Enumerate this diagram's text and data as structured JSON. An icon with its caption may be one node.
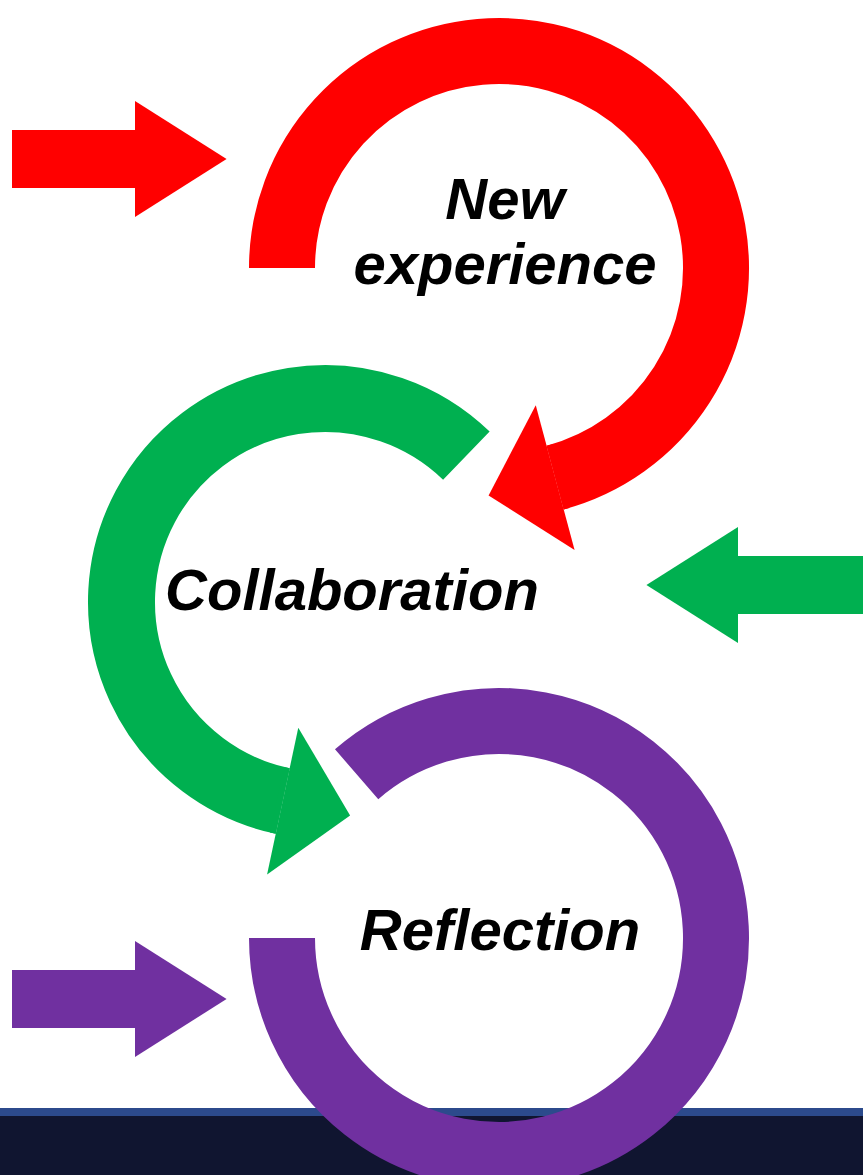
{
  "diagram": {
    "nodes": [
      {
        "text": [
          "New experience"
        ]
      },
      {
        "text": [
          "Collaboration"
        ]
      },
      {
        "text": [
          "Reflection"
        ]
      }
    ],
    "edges": [
      {
        "from": 0,
        "to": 1,
        "arrow": "to",
        "color": "#ff0000"
      },
      {
        "from": 1,
        "to": 2,
        "arrow": "to",
        "color": "#00b050"
      },
      {
        "from": null,
        "to": 0,
        "arrow": "to",
        "color": "#ff0000"
      },
      {
        "from": null,
        "to": 1,
        "arrow": "to",
        "color": "#00b050"
      },
      {
        "from": null,
        "to": 2,
        "arrow": "to",
        "color": "#7030a0"
      }
    ]
  }
}
